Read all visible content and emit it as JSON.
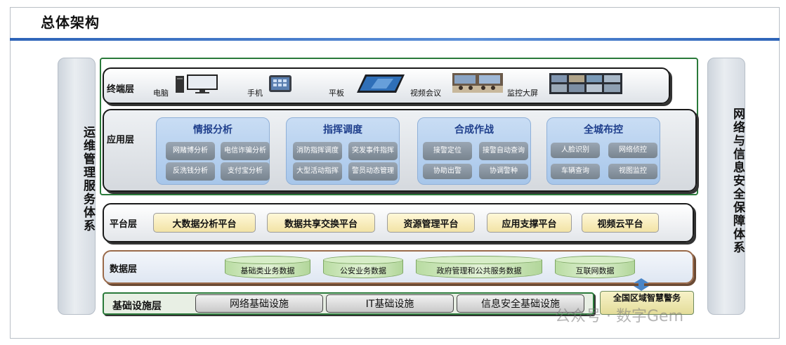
{
  "title": "总体架构",
  "left_panel": "运维管理服务体系",
  "right_panel": "网络与信息安全保障体系",
  "terminal": {
    "label": "终端层",
    "items": [
      "电脑",
      "手机",
      "平板",
      "视频会议",
      "监控大屏"
    ]
  },
  "application": {
    "label": "应用层",
    "groups": [
      {
        "title": "情报分析",
        "items": [
          "网赌博分析",
          "电信诈骗分析",
          "反洗钱分析",
          "支付宝分析"
        ]
      },
      {
        "title": "指挥调度",
        "items": [
          "消防指挥调度",
          "突发事件指挥",
          "大型活动指挥",
          "警员动态管理"
        ]
      },
      {
        "title": "合成作战",
        "items": [
          "接警定位",
          "接警自动查询",
          "协助出警",
          "协调警种"
        ]
      },
      {
        "title": "全城布控",
        "items": [
          "人脸识别",
          "网络侦控",
          "车辆查询",
          "视图监控"
        ]
      }
    ]
  },
  "platform": {
    "label": "平台层",
    "items": [
      "大数据分析平台",
      "数据共享交换平台",
      "资源管理平台",
      "应用支撑平台",
      "视频云平台"
    ]
  },
  "data": {
    "label": "数据层",
    "items": [
      "基础类业务数据",
      "公安业务数据",
      "政府管理和公共服务数据",
      "互联网数据"
    ]
  },
  "infrastructure": {
    "label": "基础设施层",
    "items": [
      "网络基础设施",
      "IT基础设施",
      "信息安全基础设施"
    ]
  },
  "national": "全国区域智慧警务",
  "watermark": "公众号 · 数字Gem",
  "colors": {
    "title_line": "#2e64b8",
    "app_group": "#a7c6ea",
    "app_title": "#1f3f8c",
    "platform_button": "#f2e3a6",
    "database": "#b9dca2",
    "core_border": "#2a7a3a"
  }
}
